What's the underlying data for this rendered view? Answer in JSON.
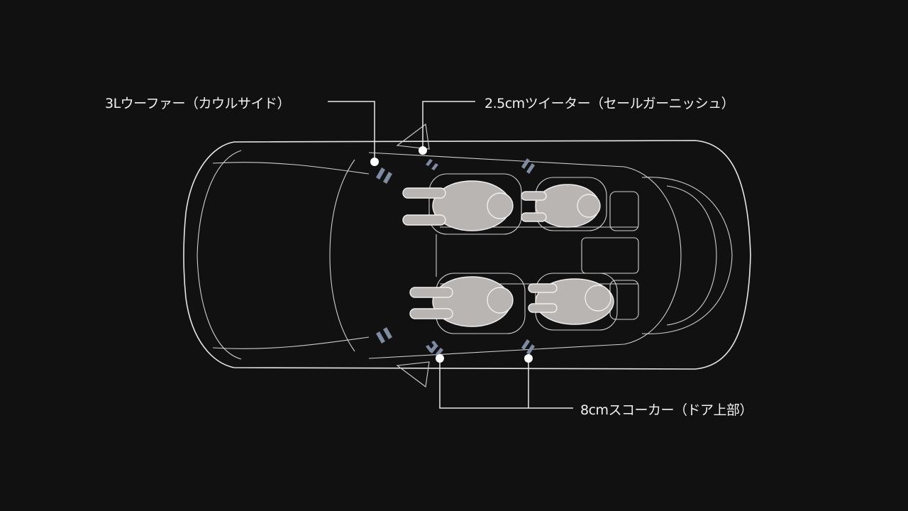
{
  "labels": {
    "woofer": "3Lウーファー（カウルサイド）",
    "tweeter": "2.5cmツイーター（セールガーニッシュ）",
    "door_speaker": "8cmスコーカー（ドア上部）"
  },
  "colors": {
    "background": "#111111",
    "speaker": "#7d8ba3",
    "line": "#e6e6e6"
  }
}
